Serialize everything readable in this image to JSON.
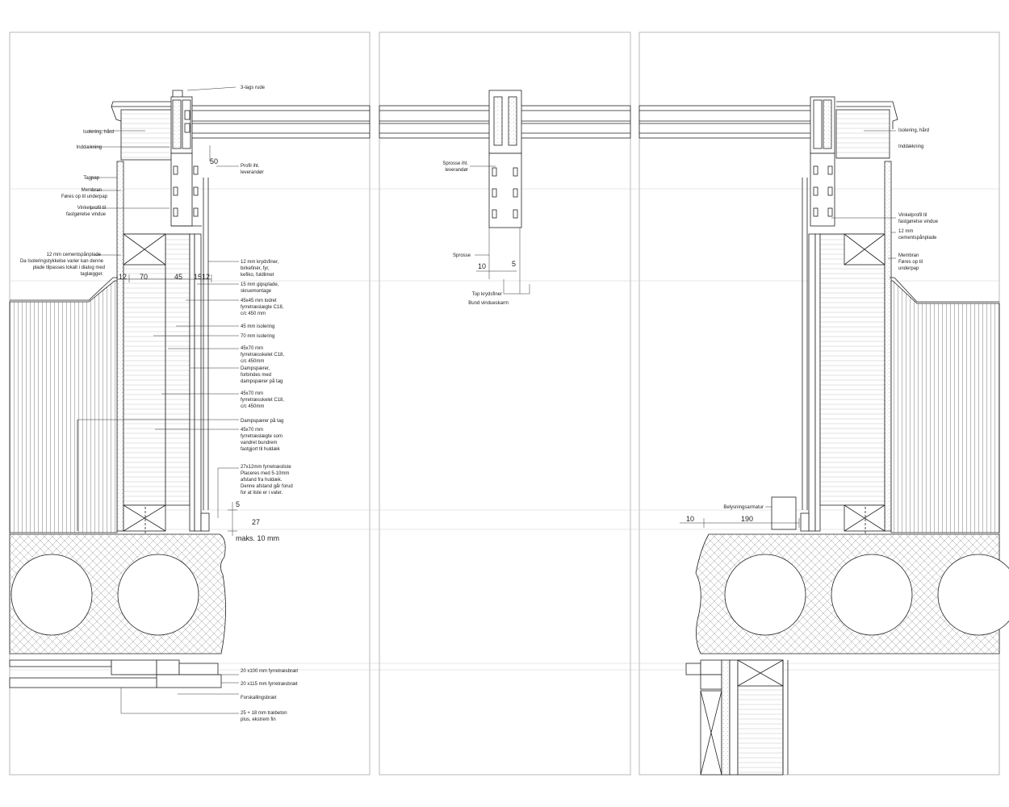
{
  "left_labels": [
    "Isolering, hård",
    "Inddækning",
    "Tagpap",
    "Membran",
    "Føres op til underpap",
    "Vinkelprofil til",
    "fastgørelse vindue",
    "12 mm cementspånplade",
    "Da Isoleringstykkelse varier kan denne",
    "plade tilpasses lokalt i dialog med",
    "taglægger."
  ],
  "top_label": "3-lags rude",
  "profile_label": [
    "Profil iht.",
    "leverandør"
  ],
  "layer_labels": [
    "12 mm krydsfiner,",
    "birkefinér, fyr,",
    "kefiko, fuldlimet",
    "15 mm gipsplade,",
    "skruemontage",
    "45x45 mm lodret",
    "fyrretræslægte C18,",
    "c/c 450 mm",
    "45 mm isolering",
    "70 mm isolering",
    "45x70 mm",
    "fyrretræsskelet C18,",
    "c/c 450mm",
    "Dampspærer,",
    "forbindes med",
    "dampspærer på tag",
    "45x70 mm",
    "fyrretræsskelet C18,",
    "c/c 450mm",
    "Dampspærer på tag",
    "45x70 mm",
    "fyrretræslægte som",
    "vandret bundrem",
    "fastgjort til huldæk",
    "27x12mm fyrretræsliste",
    "Placeres med 5-10mm",
    "afstand fra huldæk.",
    "Denne afstand går forud",
    "for at liste er i vater."
  ],
  "floor_labels": [
    "20 x100 mm fyrretræsbræt",
    "20 x115 mm fyrretræsbræt",
    "Forskallingsbræt",
    "25 + 18 mm træbeton",
    "plus, ekstrem fin"
  ],
  "middle_labels": [
    "Sprosse iht.",
    "leverandør",
    "Sprosse",
    "Top krydsfiner",
    "Bund vindueskarm"
  ],
  "right_labels": [
    "Isolering, hård",
    "Inddækning",
    "Vinkelprofil til",
    "fastgørelse vindue",
    "12 mm",
    "cementspånplade",
    "Membran",
    "Føres op til",
    "underpap",
    "Belysningsarmatur"
  ],
  "dimensions": {
    "d50": "50",
    "d12a": "12",
    "d70": "70",
    "d45": "45",
    "d15": "15",
    "d12b": "12",
    "d10m": "10",
    "d5m": "5",
    "d5": "5",
    "d27": "27",
    "dmax": "maks. 10 mm",
    "d10r": "10",
    "d190": "190"
  },
  "colors": {
    "line": "#222222",
    "frame": "#9a9a9a",
    "hatch": "#8a8a8a",
    "concrete": "#bdbdbd"
  }
}
